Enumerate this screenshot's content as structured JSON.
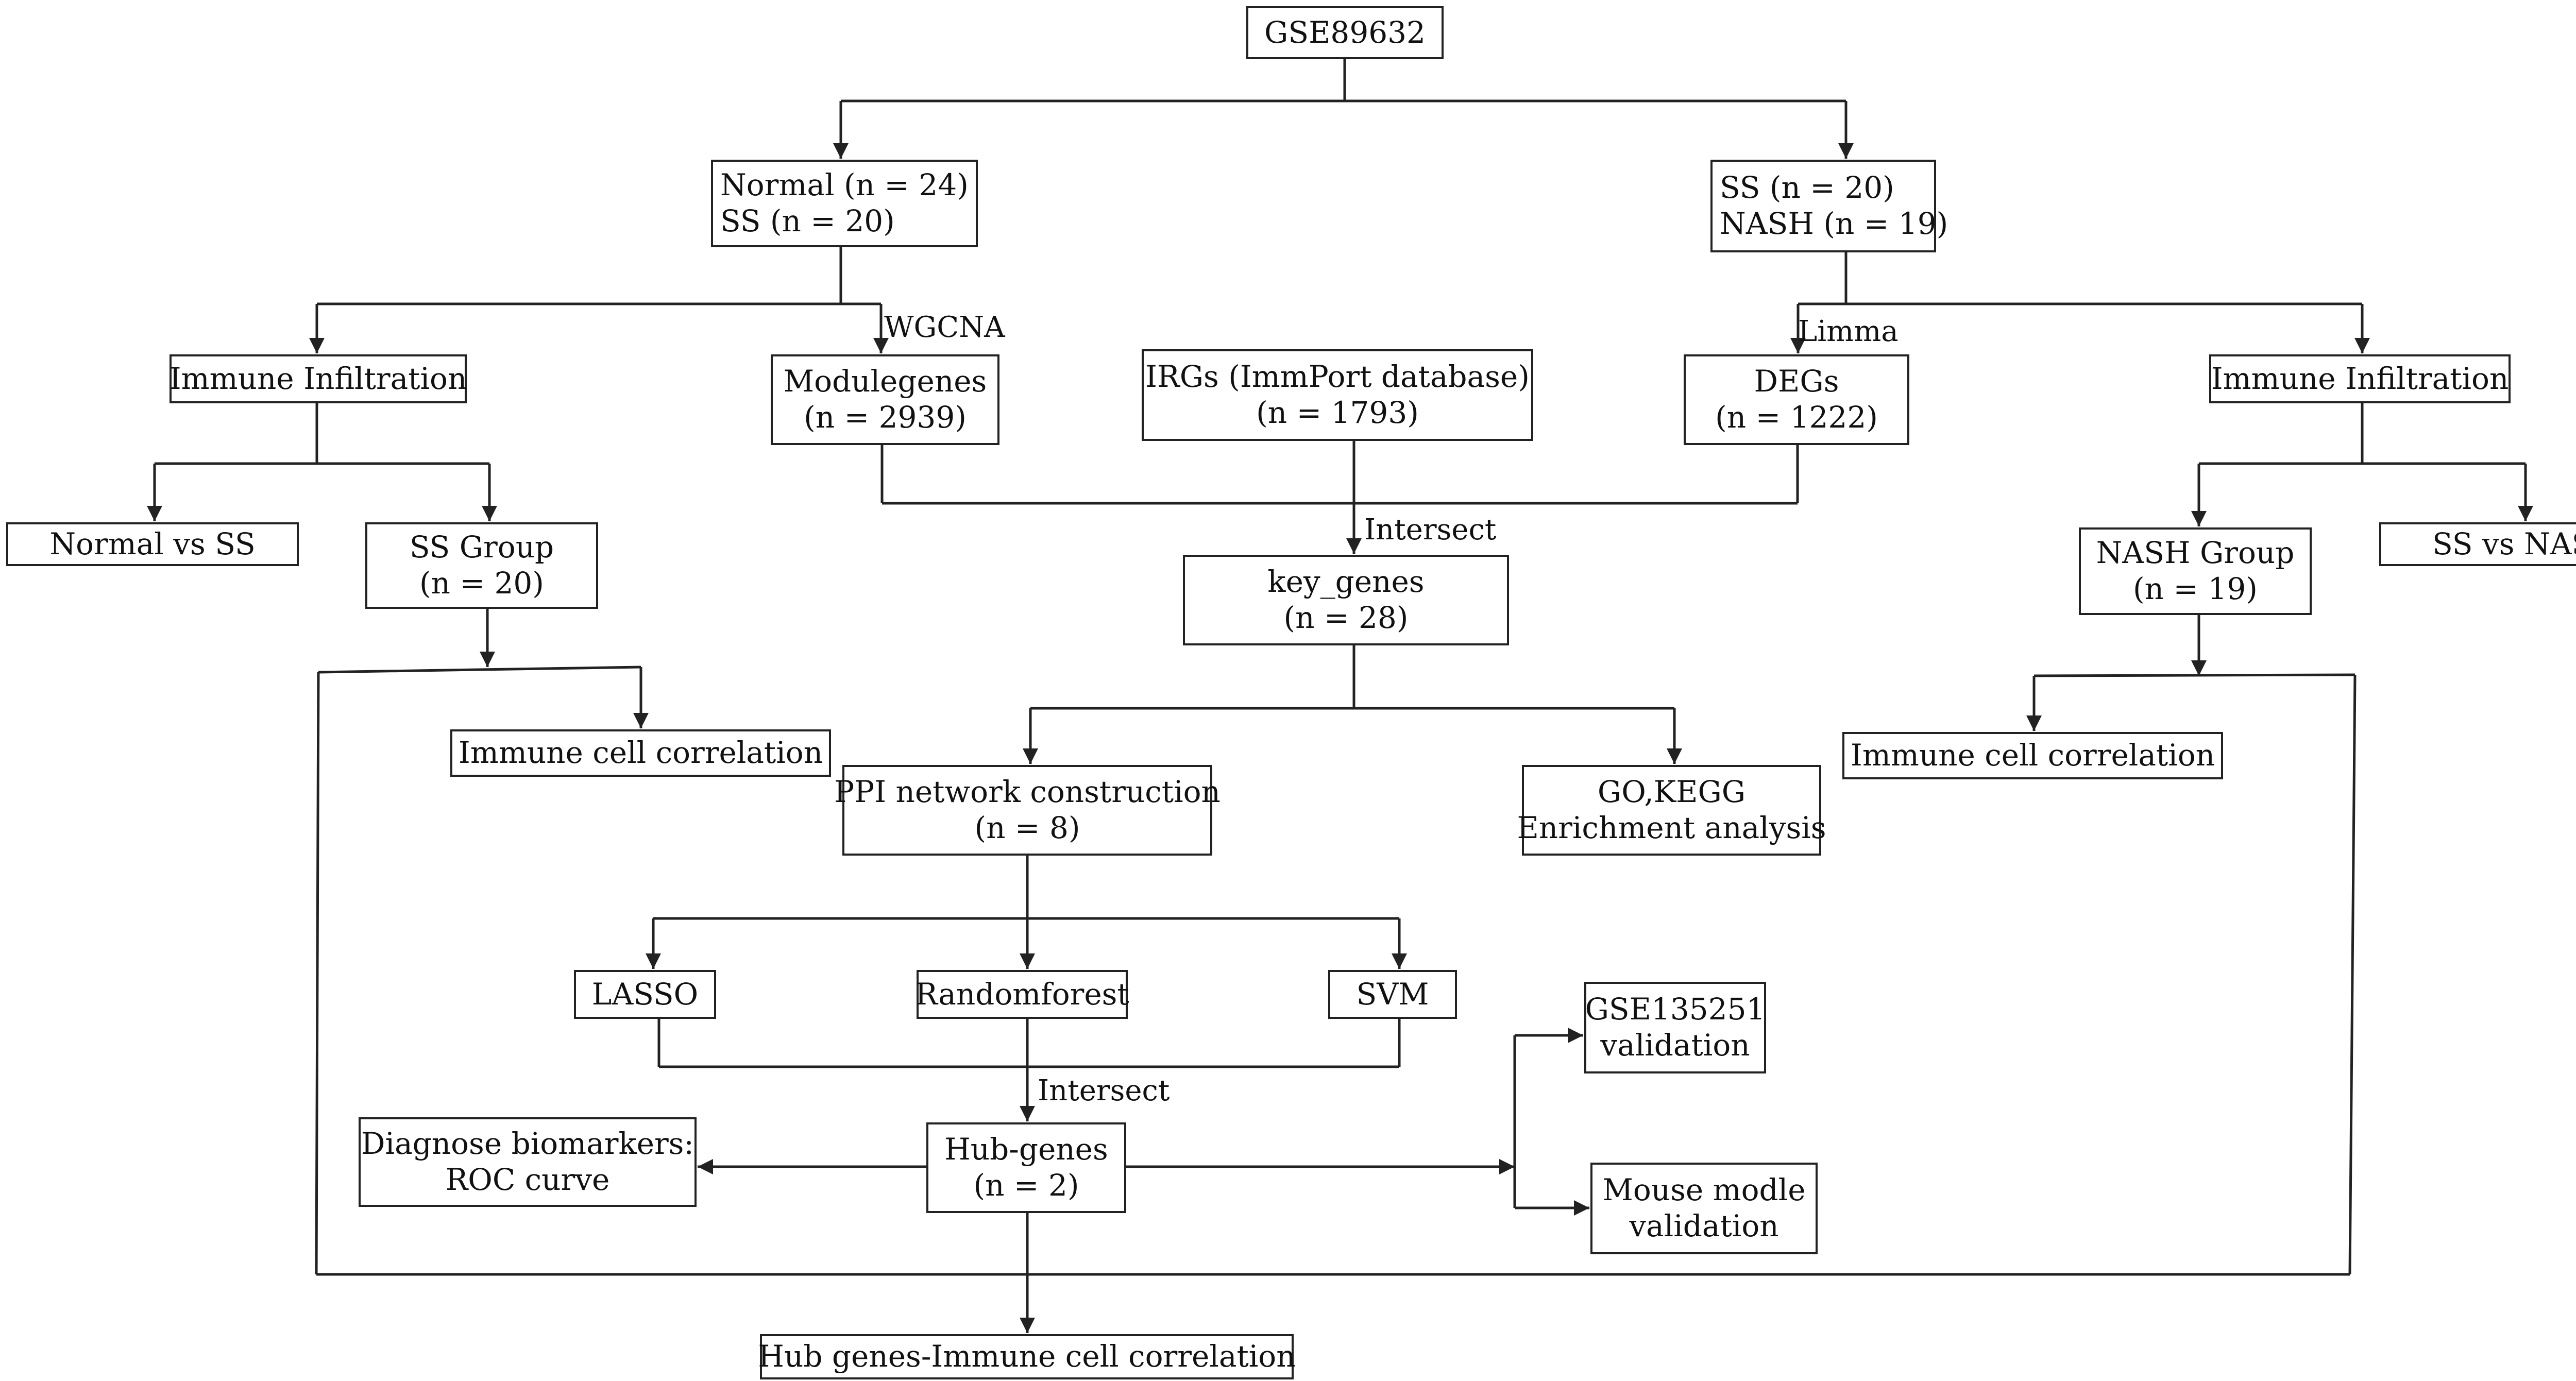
{
  "nodes": {
    "gse89632": [
      "GSE89632"
    ],
    "normal_ss": [
      "Normal (n = 24)",
      "SS (n = 20)"
    ],
    "ss_nash": [
      "SS (n = 20)",
      "NASH (n = 19)"
    ],
    "immune_left": [
      "Immune Infiltration"
    ],
    "modulegenes": [
      "Modulegenes",
      "(n = 2939)"
    ],
    "irgs": [
      "IRGs (ImmPort database)",
      "(n = 1793)"
    ],
    "degs": [
      "DEGs",
      "(n = 1222)"
    ],
    "immune_right": [
      "Immune Infiltration"
    ],
    "normal_vs_ss": [
      "Normal vs SS"
    ],
    "ss_group": [
      "SS Group",
      "(n = 20)"
    ],
    "key_genes": [
      "key_genes",
      "(n = 28)"
    ],
    "nash_group": [
      "NASH Group",
      "(n = 19)"
    ],
    "ss_vs_nash": [
      "SS vs NASH"
    ],
    "corr_left": [
      "Immune cell correlation"
    ],
    "corr_right": [
      "Immune cell correlation"
    ],
    "ppi": [
      "PPI network construction",
      "(n = 8)"
    ],
    "go_kegg": [
      "GO,KEGG",
      "Enrichment analysis"
    ],
    "lasso": [
      "LASSO"
    ],
    "randomforest": [
      "Randomforest"
    ],
    "svm": [
      "SVM"
    ],
    "gse135251": [
      "GSE135251",
      "validation"
    ],
    "diagnose": [
      "Diagnose biomarkers:",
      "ROC curve"
    ],
    "hub_genes": [
      "Hub-genes",
      "(n = 2)"
    ],
    "mouse": [
      "Mouse modle",
      "validation"
    ],
    "hub_corr": [
      "Hub genes-Immune cell correlation"
    ]
  },
  "labels": {
    "wgcna": "WGCNA",
    "limma": "Limma",
    "intersect_top": "Intersect",
    "intersect_bottom": "Intersect"
  }
}
